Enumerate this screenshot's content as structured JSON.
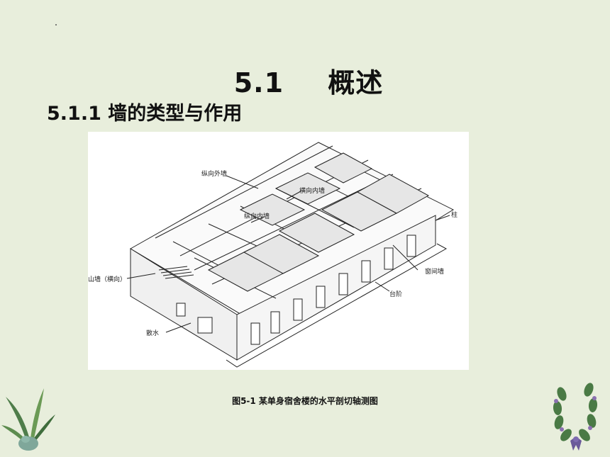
{
  "slide": {
    "section_number": "5.1",
    "section_title": "概述",
    "subsection": "5.1.1 墙的类型与作用",
    "figure_caption": "图5-1  某单身宿舍楼的水平剖切轴测图"
  },
  "figure_labels": {
    "longitudinal_outer_wall": "纵向外墙",
    "transverse_inner_wall": "横向内墙",
    "longitudinal_inner_wall": "纵向内墙",
    "column": "柱",
    "gable_wall": "山墙（横向）",
    "window_wall": "窗间墙",
    "steps": "台阶",
    "apron": "散水"
  }
}
